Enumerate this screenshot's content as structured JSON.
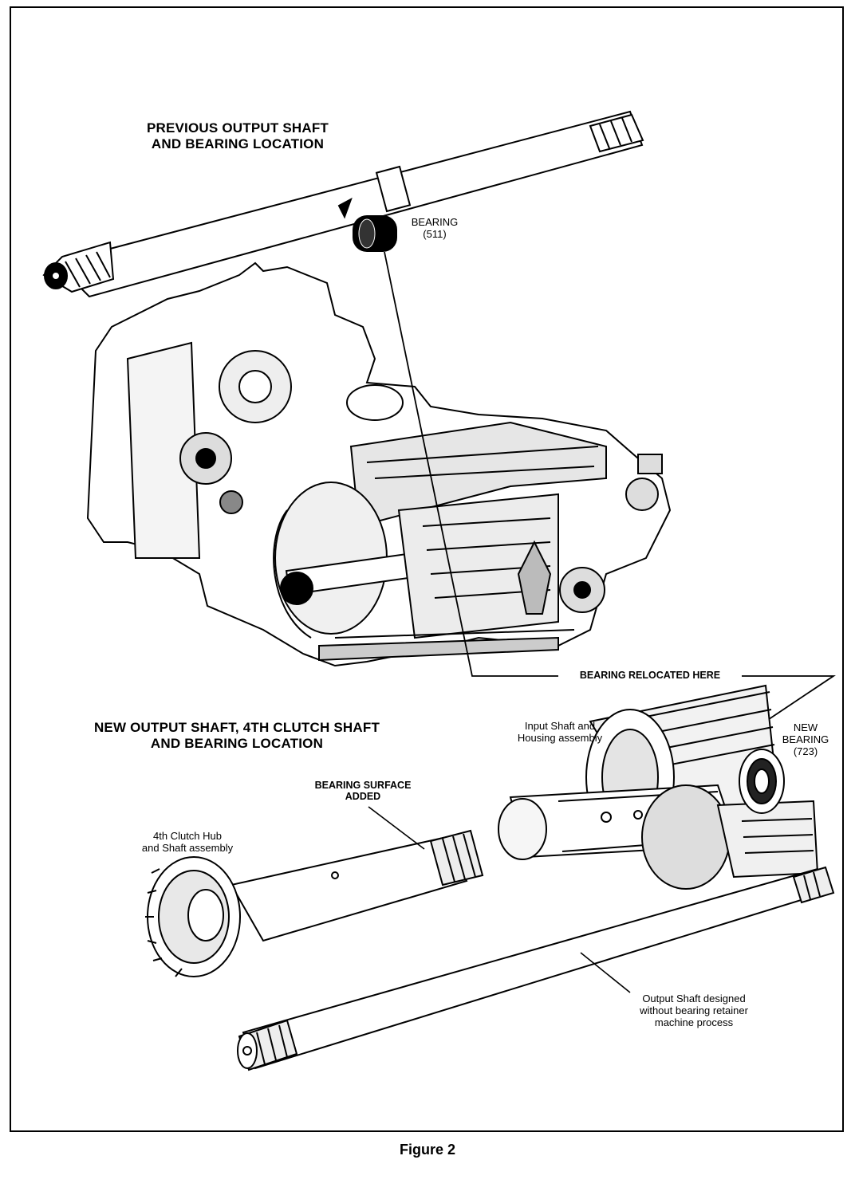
{
  "labels": {
    "prev_heading": "PREVIOUS OUTPUT SHAFT\nAND BEARING LOCATION",
    "bearing_511": "BEARING\n(511)",
    "relocated": "BEARING RELOCATED HERE",
    "new_heading": "NEW OUTPUT SHAFT, 4TH CLUTCH SHAFT\nAND BEARING LOCATION",
    "input_shaft": "Input Shaft and\nHousing assembly",
    "new_bearing": "NEW\nBEARING\n(723)",
    "surface_added": "BEARING SURFACE\nADDED",
    "clutch_hub": "4th Clutch Hub\nand Shaft assembly",
    "output_shaft_note": "Output Shaft designed\nwithout bearing retainer\nmachine process"
  },
  "caption": "Figure 2"
}
